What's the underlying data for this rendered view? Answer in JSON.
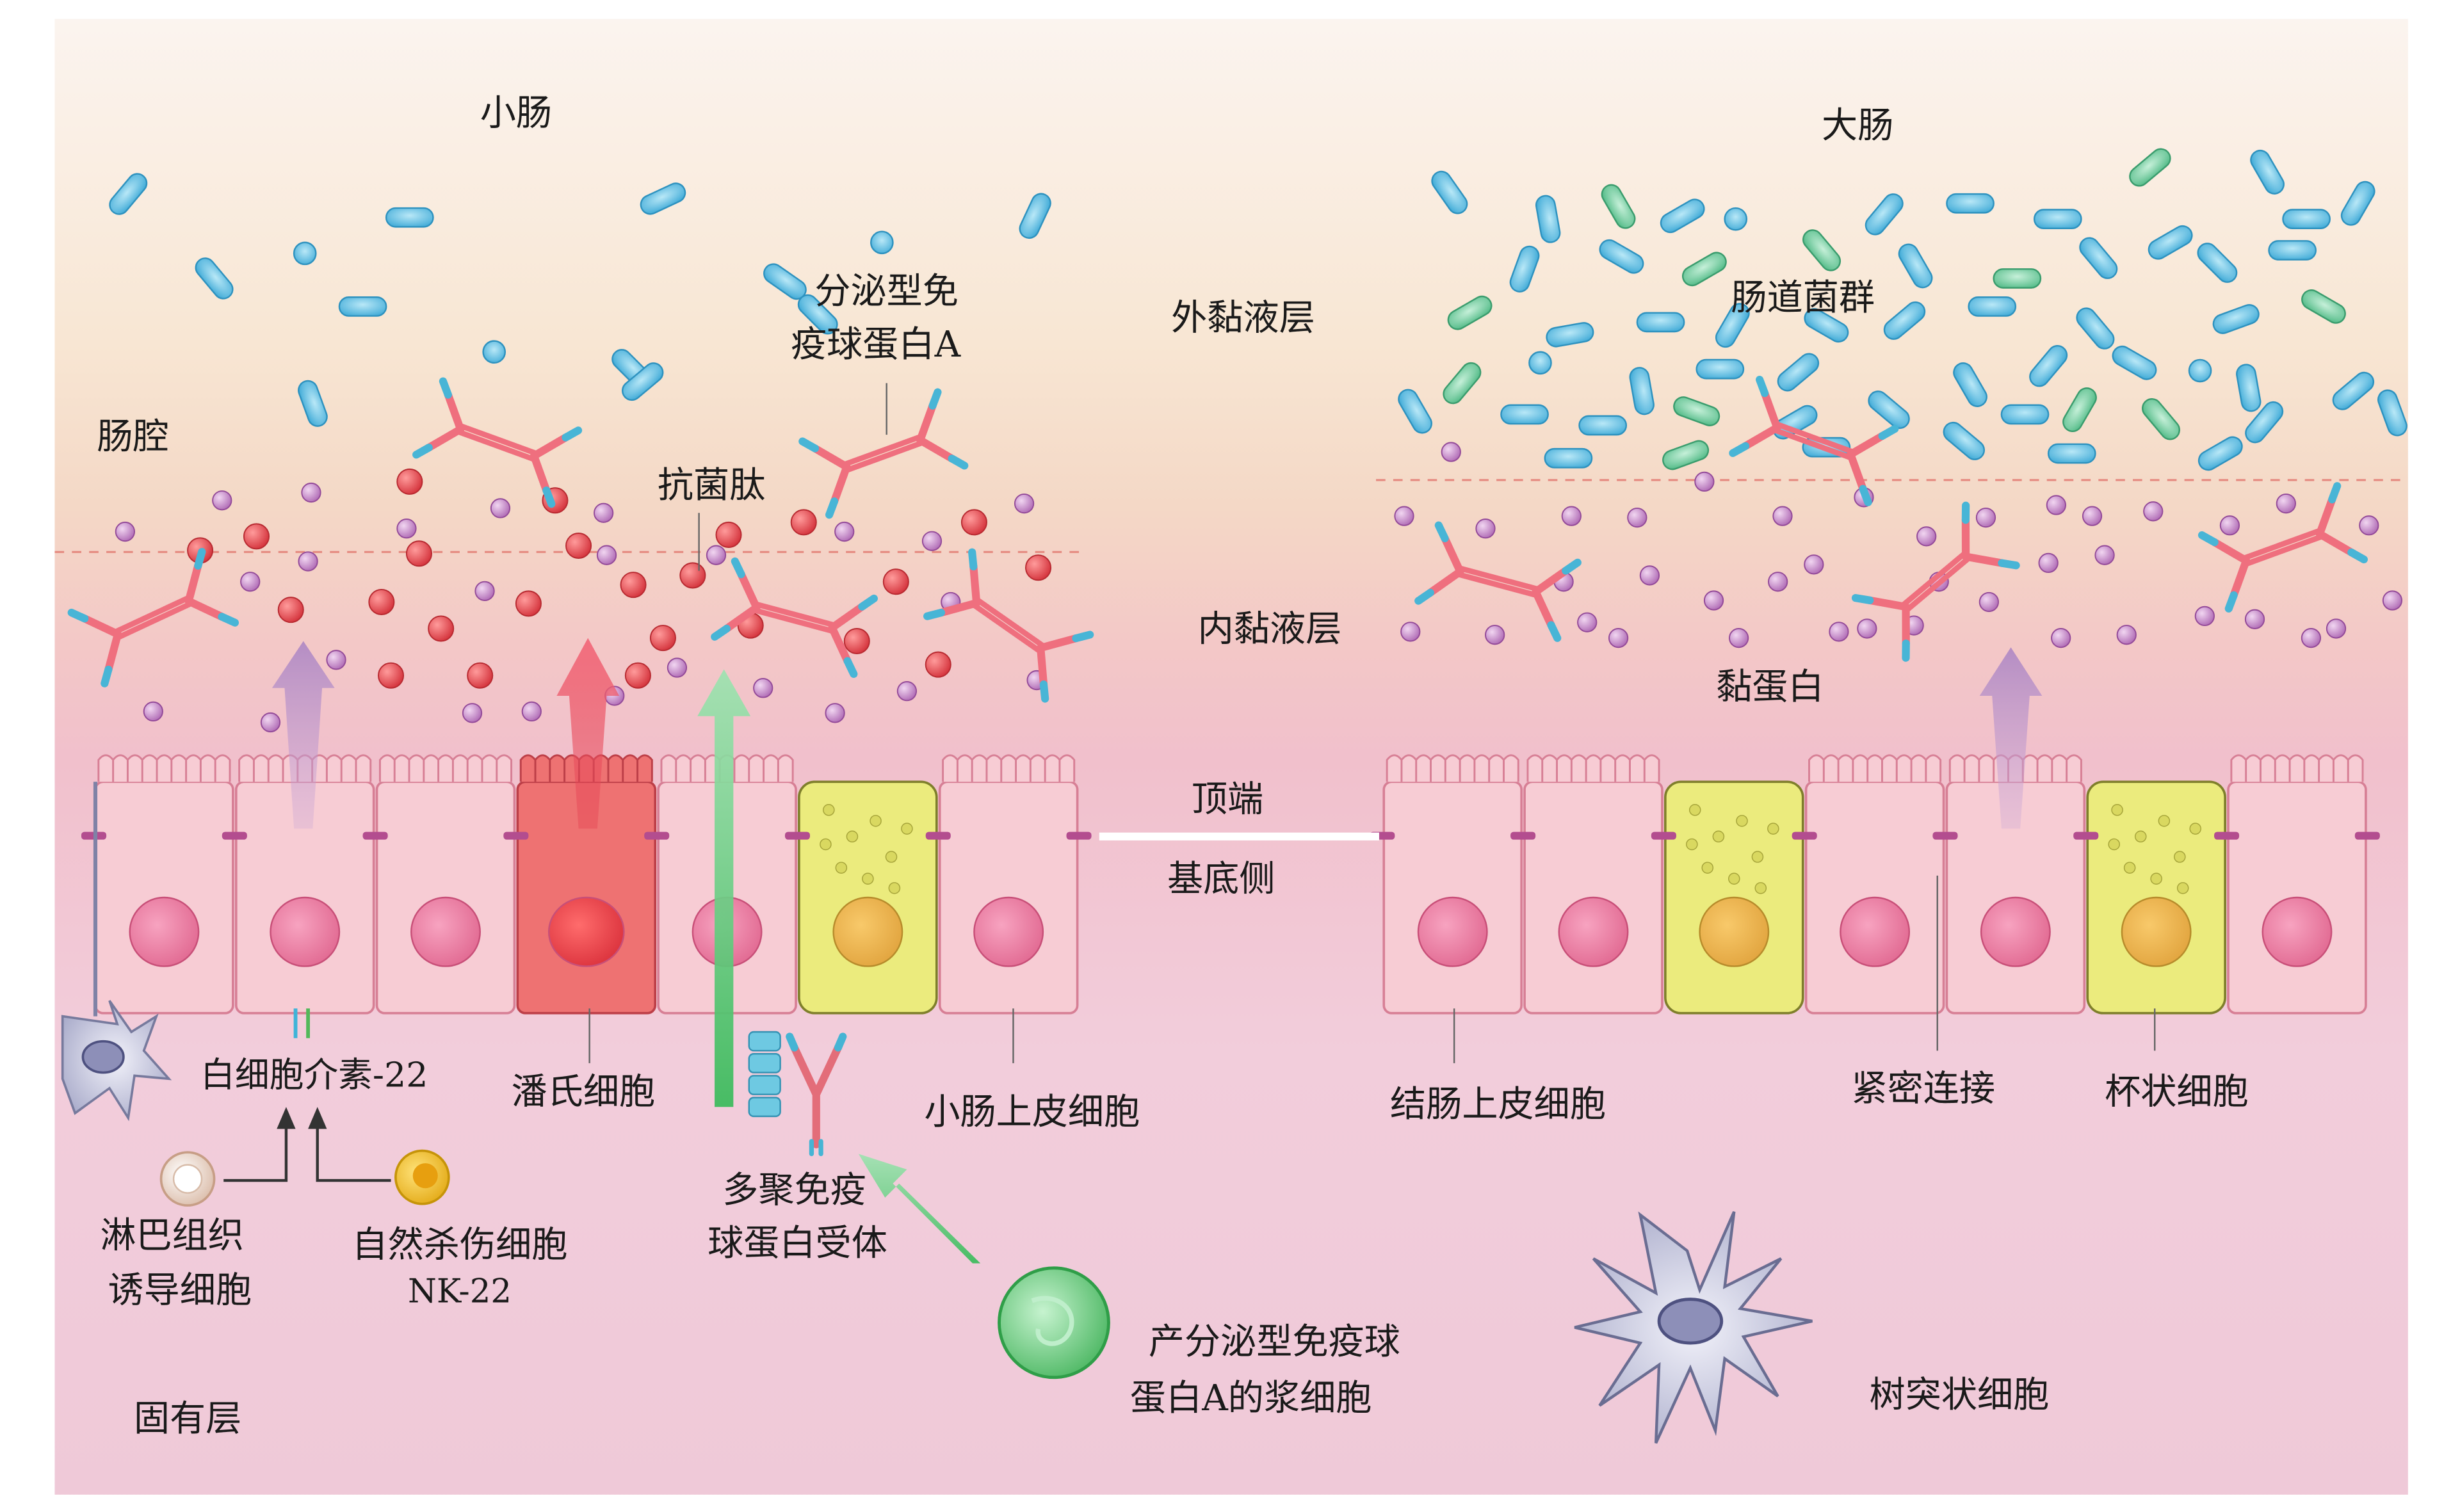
{
  "titles": {
    "small_intestine": "小肠",
    "large_intestine": "大肠"
  },
  "regions": {
    "lumen": "肠腔",
    "outer_mucus": "外黏液层",
    "inner_mucus": "内黏液层",
    "apical": "顶端",
    "basal": "基底侧",
    "lamina_propria": "固有层"
  },
  "labels": {
    "siga_line1": "分泌型免",
    "siga_line2": "疫球蛋白A",
    "amp": "抗菌肽",
    "microbiota": "肠道菌群",
    "mucin": "黏蛋白",
    "il22": "白细胞介素-22",
    "paneth": "潘氏细胞",
    "si_epithelial": "小肠上皮细胞",
    "colon_epithelial": "结肠上皮细胞",
    "tight_junction": "紧密连接",
    "goblet": "杯状细胞",
    "pigr_line1": "多聚免疫",
    "pigr_line2": "球蛋白受体",
    "lti_line1": "淋巴组织",
    "lti_line2": "诱导细胞",
    "nk_line1": "自然杀伤细胞",
    "nk_line2": "NK-22",
    "plasma_line1": "产分泌型免疫球",
    "plasma_line2": "蛋白A的浆细胞",
    "dendritic": "树突状细胞"
  },
  "colors": {
    "bacteria_blue": "#5cc3e6",
    "bacteria_green": "#6fcf9f",
    "amp_red": "#e2474f",
    "mucin_purple": "#c685c8",
    "epithelium_pink": "#f7c9d2",
    "goblet_yellow": "#eceb7a",
    "paneth_red": "#ec6b6b",
    "arrow_green": "#6fd08a",
    "arrow_purple": "#c9a6d6"
  }
}
